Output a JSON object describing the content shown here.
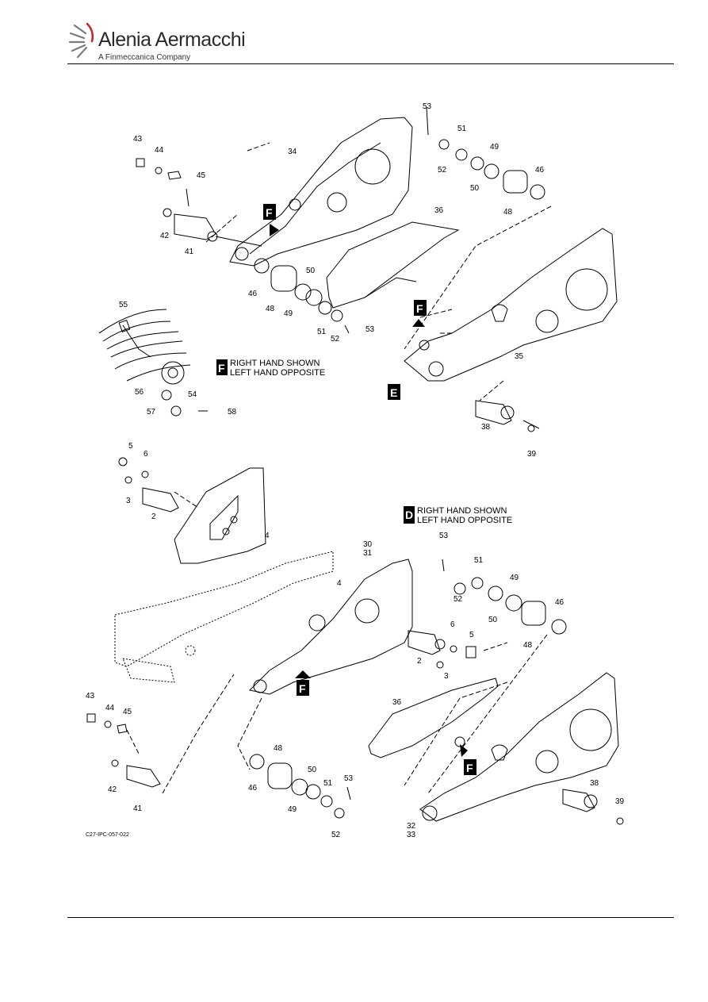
{
  "header": {
    "brand_name": "Alenia Aermacchi",
    "brand_sub": "A Finmeccanica Company"
  },
  "figure": {
    "caption": "C27-IPC-057-022",
    "view_labels": {
      "f": "F",
      "e": "E",
      "d": "D"
    },
    "notes": {
      "f_line1": "RIGHT HAND SHOWN",
      "f_line2": "LEFT HAND OPPOSITE",
      "d_line1": "RIGHT HAND SHOWN",
      "d_line2": "LEFT HAND OPPOSITE"
    },
    "callouts_upper": {
      "c43": "43",
      "c44": "44",
      "c45": "45",
      "c42": "42",
      "c41": "41",
      "c34": "34",
      "c53a": "53",
      "c51a": "51",
      "c49a": "49",
      "c46a": "46",
      "c52a": "52",
      "c50a": "50",
      "c48a": "48",
      "c36": "36",
      "c46b": "46",
      "c48b": "48",
      "c49b": "49",
      "c50b": "50",
      "c51b": "51",
      "c52b": "52",
      "c53b": "53",
      "c35": "35",
      "c38": "38",
      "c39": "39",
      "c55": "55",
      "c56": "56",
      "c54": "54",
      "c57": "57",
      "c58": "58"
    },
    "callouts_lower": {
      "c5": "5",
      "c6": "6",
      "c3": "3",
      "c2": "2",
      "c4a": "4",
      "c4b": "4",
      "c30": "30",
      "c31": "31",
      "c53": "53",
      "c51": "51",
      "c52": "52",
      "c49": "49",
      "c50": "50",
      "c46": "46",
      "c48": "48",
      "c6b": "6",
      "c5b": "5",
      "c2b": "2",
      "c3b": "3",
      "c36": "36",
      "c43": "43",
      "c44": "44",
      "c45": "45",
      "c42": "42",
      "c41": "41",
      "c48b": "48",
      "c46b": "46",
      "c50b": "50",
      "c53b": "53",
      "c49b": "49",
      "c51b": "51",
      "c52b": "52",
      "c38": "38",
      "c39": "39",
      "c32": "32",
      "c33": "33"
    }
  }
}
